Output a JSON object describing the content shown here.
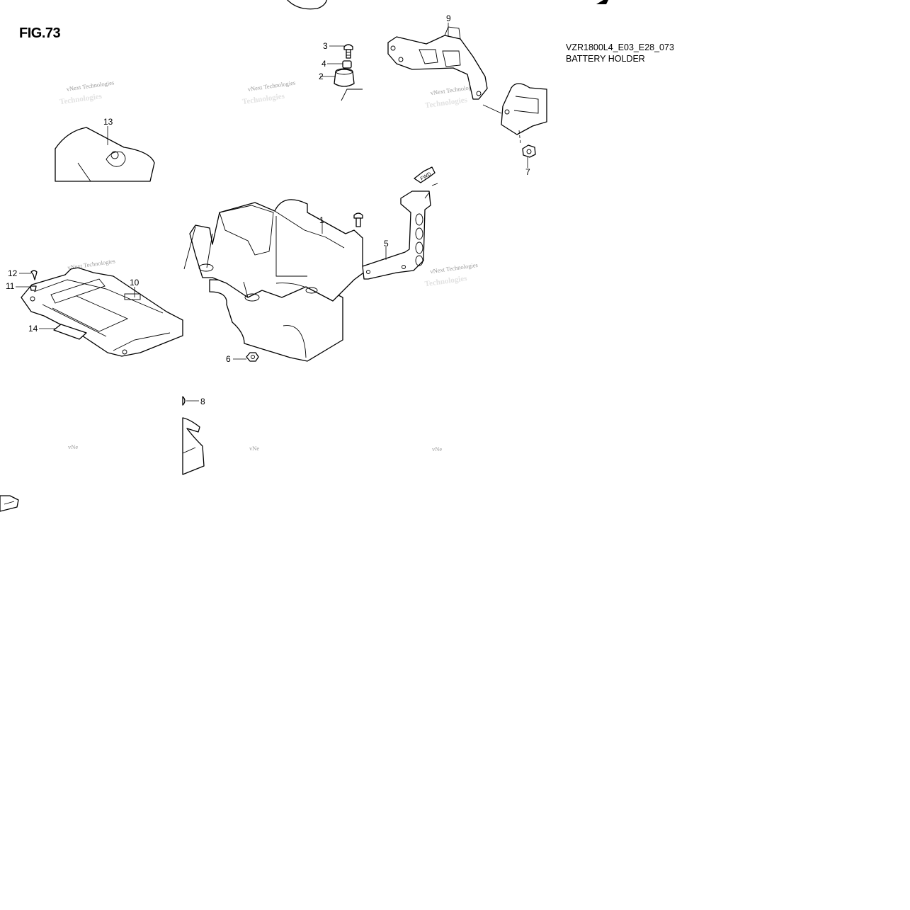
{
  "figure": {
    "title": "FIG.73"
  },
  "info": {
    "model_code": "VZR1800L4_E03_E28_073",
    "section_name": "BATTERY HOLDER"
  },
  "callouts": [
    "1",
    "2",
    "3",
    "4",
    "5",
    "6",
    "7",
    "8",
    "9",
    "10",
    "11",
    "12",
    "13",
    "14"
  ],
  "watermark": {
    "line1": "vNext Technologies",
    "line2": "Technologies",
    "partial": "vNe"
  },
  "arrow_label": "FWD"
}
